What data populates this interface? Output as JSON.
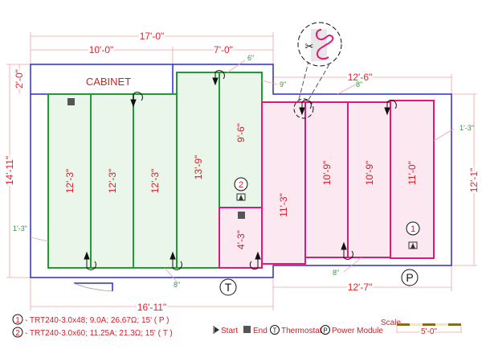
{
  "room": {
    "cabinet_label": "CABINET"
  },
  "dimensions": {
    "top_total": "17'-0\"",
    "top_left": "10'-0\"",
    "top_right": "7'-0\"",
    "right_top": "12'-6\"",
    "left_cabinet": "2'-0\"",
    "left_total": "14'-11\"",
    "right_height": "12'-1\"",
    "bottom_left": "16'-11\"",
    "bottom_right": "12'-7\""
  },
  "clearances": [
    "6\"",
    "9\"",
    "8\"",
    "1'-3\"",
    "1'-3\"",
    "8\"",
    "8\""
  ],
  "heater2_panels": [
    "12'-3\"",
    "12'-3\"",
    "12'-3\"",
    "13'-9\"",
    "9'-6\""
  ],
  "heater1_panels": [
    "4'-3\"",
    "11'-3\"",
    "10'-9\"",
    "10'-9\"",
    "11'-0\""
  ],
  "markers": {
    "heater1": "1",
    "heater2": "2",
    "thermostat": "T",
    "power": "P"
  },
  "legend": {
    "item1": "- TRT240-3.0x48; 9.0A; 26.67Ω; 15'  ( P )",
    "item2": "- TRT240-3.0x60; 11.25A; 21.3Ω; 15'  ( T )",
    "num1": "1",
    "num2": "2",
    "start": "Start",
    "end": "End",
    "thermostat_sym": "T",
    "thermostat": "Thermostat",
    "power_sym": "P",
    "power": "Power Module",
    "scale_label": "Scale",
    "scale_value": "5'-0\""
  },
  "colors": {
    "outline": "#2b2bd0",
    "heater2": "#1f9a34",
    "heater1": "#e0187a",
    "dim": "#e8202a"
  }
}
